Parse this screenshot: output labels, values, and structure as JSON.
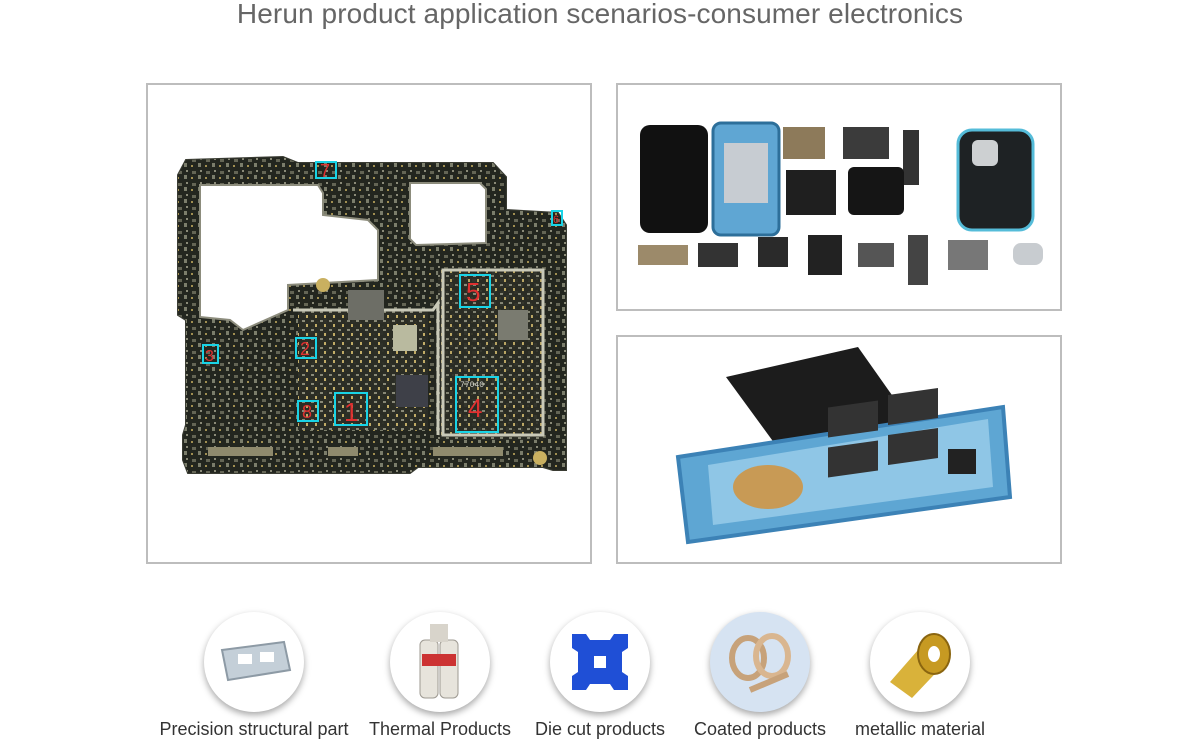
{
  "page": {
    "title": "Herun product application scenarios-consumer electronics"
  },
  "scenes": [
    {
      "name": "motherboard",
      "markers": [
        "1",
        "2",
        "3",
        "4",
        "5",
        "6",
        "7",
        "8"
      ],
      "chip_label": "77040"
    },
    {
      "name": "phone-teardown"
    },
    {
      "name": "battery-frame"
    }
  ],
  "products": [
    {
      "label": "Precision structural part",
      "icon": "structural-part-icon"
    },
    {
      "label": "Thermal Products",
      "icon": "thermal-cartridge-icon"
    },
    {
      "label": "Die cut products",
      "icon": "die-cut-icon"
    },
    {
      "label": "Coated products",
      "icon": "coated-rolls-icon"
    },
    {
      "label": "metallic material",
      "icon": "metal-foil-icon"
    }
  ],
  "colors": {
    "title": "#666666",
    "frame_border": "#bdbdbd",
    "marker": "#19d3e6",
    "pcb": "#23261f",
    "accent_blue": "#1f4fd6"
  }
}
